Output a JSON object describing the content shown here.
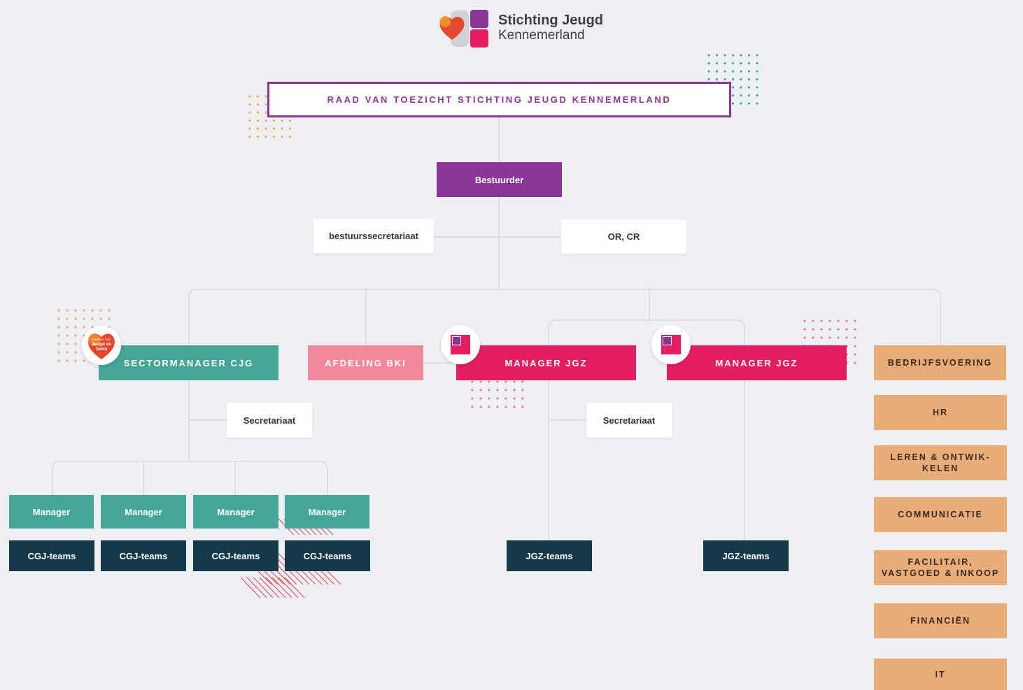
{
  "header": {
    "org_name_line1": "Stichting Jeugd",
    "org_name_line2": "Kennemerland"
  },
  "board": {
    "label": "RAAD VAN TOEZICHT STICHTING JEUGD KENNEMERLAND"
  },
  "director": {
    "label": "Bestuurder"
  },
  "staff": {
    "secretariat": "bestuurssecretariaat",
    "councils": "OR, CR"
  },
  "sector_cjg": {
    "label": "SECTORMANAGER CJG",
    "badge_text_lines": [
      "Centrum voor",
      "Jeugd en",
      "Gezin"
    ],
    "secretariat": "Secretariaat",
    "managers": [
      "Manager",
      "Manager",
      "Manager",
      "Manager"
    ],
    "teams": [
      "CGJ-teams",
      "CGJ-teams",
      "CGJ-teams",
      "CGJ-teams"
    ]
  },
  "bki": {
    "label": "AFDELING BKI"
  },
  "jgz": {
    "managers": [
      "MANAGER JGZ",
      "MANAGER JGZ"
    ],
    "secretariat": "Secretariaat",
    "teams": [
      "JGZ-teams",
      "JGZ-teams"
    ]
  },
  "operations": {
    "items": [
      "BEDRIJFSVOERING",
      "HR",
      "LEREN & ONTWIK-\nKELEN",
      "COMMUNICATIE",
      "FACILITAIR,\nVASTGOED & INKOOP",
      "FINANCIËN",
      "IT"
    ]
  },
  "colors": {
    "background": "#eff0f4",
    "purple": "#8b3597",
    "teal": "#45a596",
    "pink": "#f2889b",
    "magenta": "#e31f62",
    "navy": "#143a47",
    "orange": "#e8ac79",
    "connector": "#dcdee4"
  }
}
